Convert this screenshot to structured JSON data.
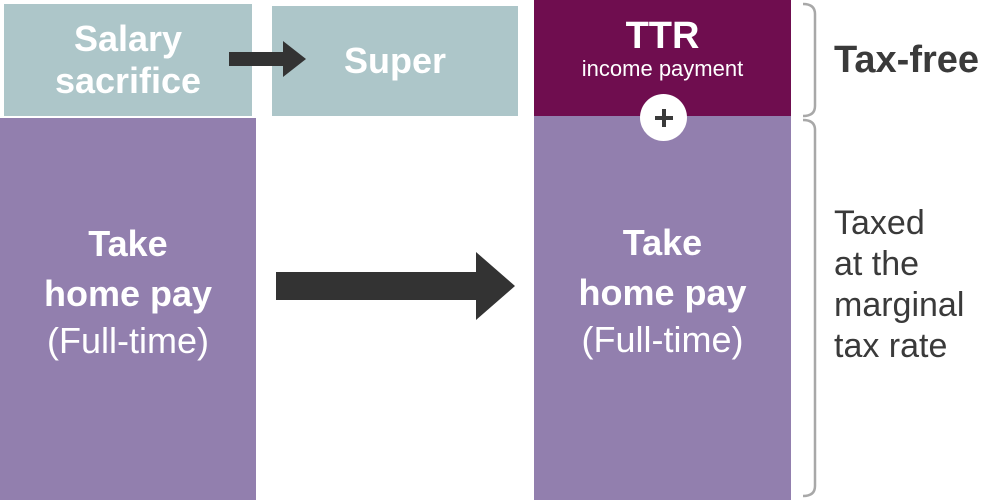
{
  "salary_sacrifice": {
    "line1": "Salary",
    "line2": "sacrifice"
  },
  "super_box": {
    "label": "Super"
  },
  "ttr_box": {
    "title": "TTR",
    "subtitle": "income payment"
  },
  "plus_sign": "+",
  "take_home_left": {
    "line1": "Take",
    "line2": "home pay",
    "line3": "(Full-time)"
  },
  "take_home_right": {
    "line1": "Take",
    "line2": "home pay",
    "line3": "(Full-time)"
  },
  "tax_free_label": "Tax-free",
  "taxed_label": {
    "line1": "Taxed",
    "line2": "at the",
    "line3": "marginal",
    "line4": "tax rate"
  },
  "colors": {
    "teal": "#adc6c9",
    "lavender": "#927fae",
    "plum": "#6f0d4f",
    "arrow": "#333333",
    "text_dark": "#3a3a3a"
  }
}
